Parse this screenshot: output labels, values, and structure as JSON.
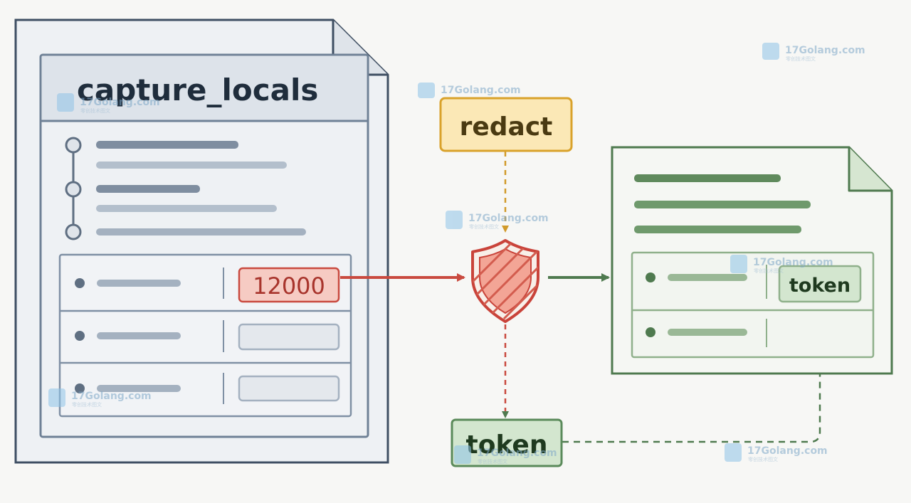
{
  "source_doc": {
    "title": "capture_locals",
    "highlighted_value": "12000"
  },
  "redact_label": "redact",
  "token_label": "token",
  "output_doc": {
    "token_value": "token"
  },
  "watermark": {
    "site": "17Golang.com",
    "tagline": "零创技术图文"
  },
  "colors": {
    "background": "#f7f7f5",
    "doc_border": "#4a5b6e",
    "doc_fill": "#eef1f4",
    "redact_border": "#d9a22b",
    "redact_fill": "#fbe8b6",
    "secret_border": "#c94a3f",
    "secret_fill": "#f6cbc3",
    "token_border": "#5a8a5a",
    "token_fill": "#d3e6cf",
    "output_border": "#4f7a4f"
  },
  "icons": [
    "shield-icon",
    "watermark-logo-icon",
    "bullet-dot-icon"
  ]
}
